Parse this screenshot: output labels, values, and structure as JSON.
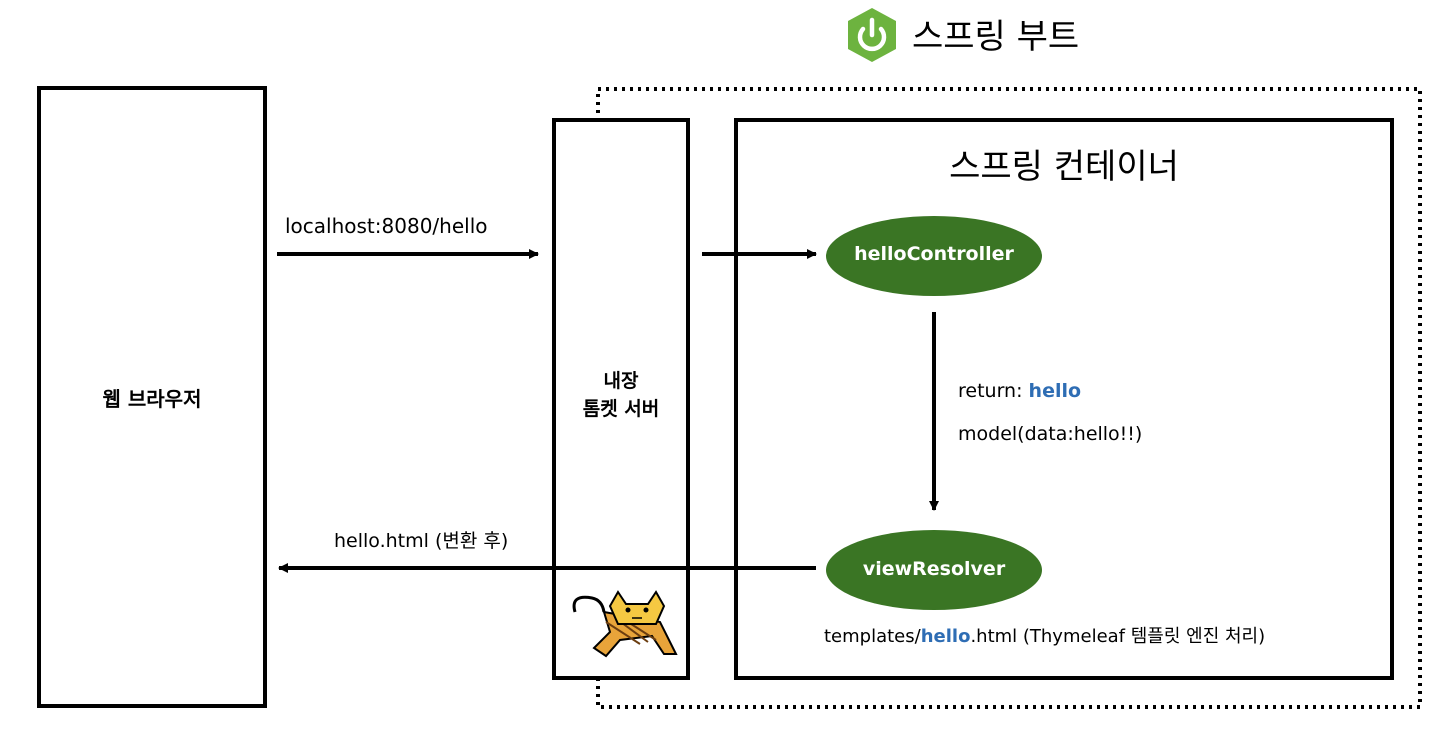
{
  "spring_boot": {
    "label": "스프링 부트",
    "logo_icon": "power-icon",
    "logo_color": "#6db33f"
  },
  "browser": {
    "label": "웹 브라우저"
  },
  "tomcat": {
    "line1": "내장",
    "line2": "톰켓 서버",
    "logo_icon": "tomcat-cat-icon"
  },
  "container": {
    "title": "스프링 컨테이너"
  },
  "request": {
    "label": "localhost:8080/hello"
  },
  "response": {
    "label": "hello.html (변환 후)"
  },
  "controller": {
    "label": "helloController"
  },
  "resolver": {
    "label": "viewResolver"
  },
  "controller_return": {
    "prefix": "return: ",
    "value": "hello",
    "model": "model(data:hello!!)"
  },
  "template_path": {
    "before": "templates/",
    "highlight": "hello",
    "after": ".html (Thymeleaf 템플릿 엔진 처리)"
  },
  "colors": {
    "node_fill": "#3a7524",
    "highlight_text": "#2e6db4"
  }
}
